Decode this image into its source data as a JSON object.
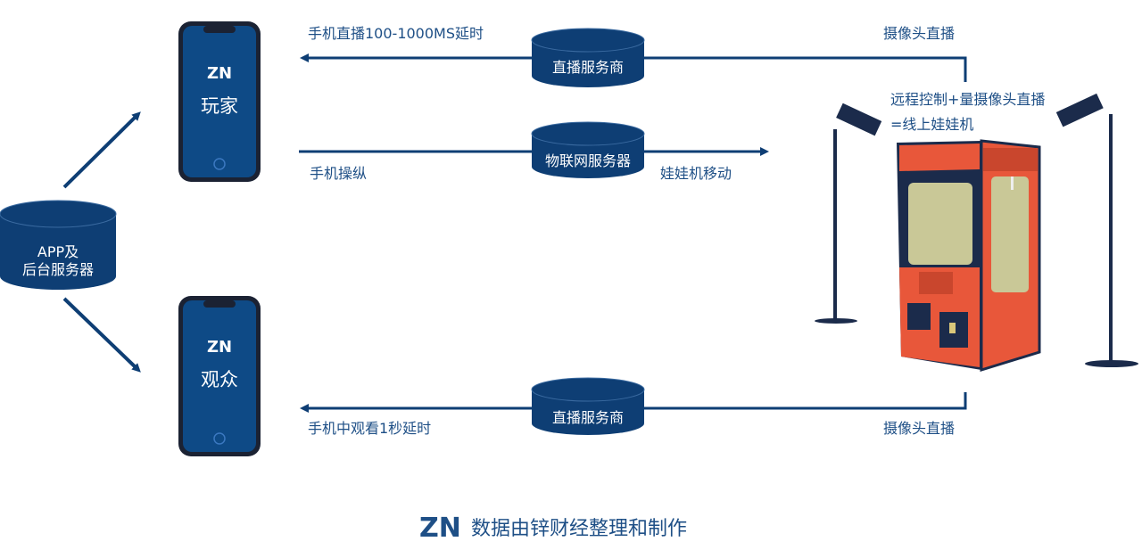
{
  "colors": {
    "navy": "#0e3e74",
    "frame": "#1b2b4b",
    "orange": "#e8573a",
    "screen": "#c9c897",
    "text": "#1e4f86"
  },
  "server": {
    "label_line1": "APP及",
    "label_line2": "后台服务器"
  },
  "phones": [
    {
      "logo": "ZN",
      "label": "玩家"
    },
    {
      "logo": "ZN",
      "label": "观众"
    }
  ],
  "flows": {
    "top": {
      "left_text": "手机直播100-1000MS延时",
      "node": "直播服务商",
      "right_text": "摄像头直播"
    },
    "middle": {
      "left_text": "手机操纵",
      "node": "物联网服务器",
      "right_text": "娃娃机移动"
    },
    "bottom": {
      "left_text": "手机中观看1秒延时",
      "node": "直播服务商",
      "right_text": "摄像头直播"
    }
  },
  "machine": {
    "caption_line1": "远程控制+量摄像头直播",
    "caption_line2": "=线上娃娃机"
  },
  "footer": {
    "logo": "ZN",
    "text": "数据由锌财经整理和制作"
  }
}
